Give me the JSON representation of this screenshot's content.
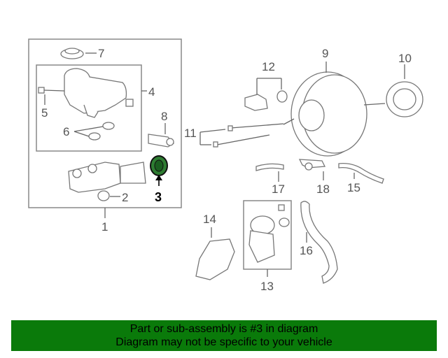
{
  "callouts": {
    "c1": "1",
    "c2": "2",
    "c3": "3",
    "c4": "4",
    "c5": "5",
    "c6": "6",
    "c7": "7",
    "c8": "8",
    "c9": "9",
    "c10": "10",
    "c11": "11",
    "c12": "12",
    "c13": "13",
    "c14": "14",
    "c15": "15",
    "c16": "16",
    "c17": "17",
    "c18": "18"
  },
  "highlighted_part": "3",
  "banner": {
    "line1": "Part or sub-assembly is #3 in diagram",
    "line2": "Diagram may not be specific to your vehicle",
    "color": "#0a7a0a"
  },
  "colors": {
    "highlight": "#2e7d32",
    "line": "#777777"
  }
}
